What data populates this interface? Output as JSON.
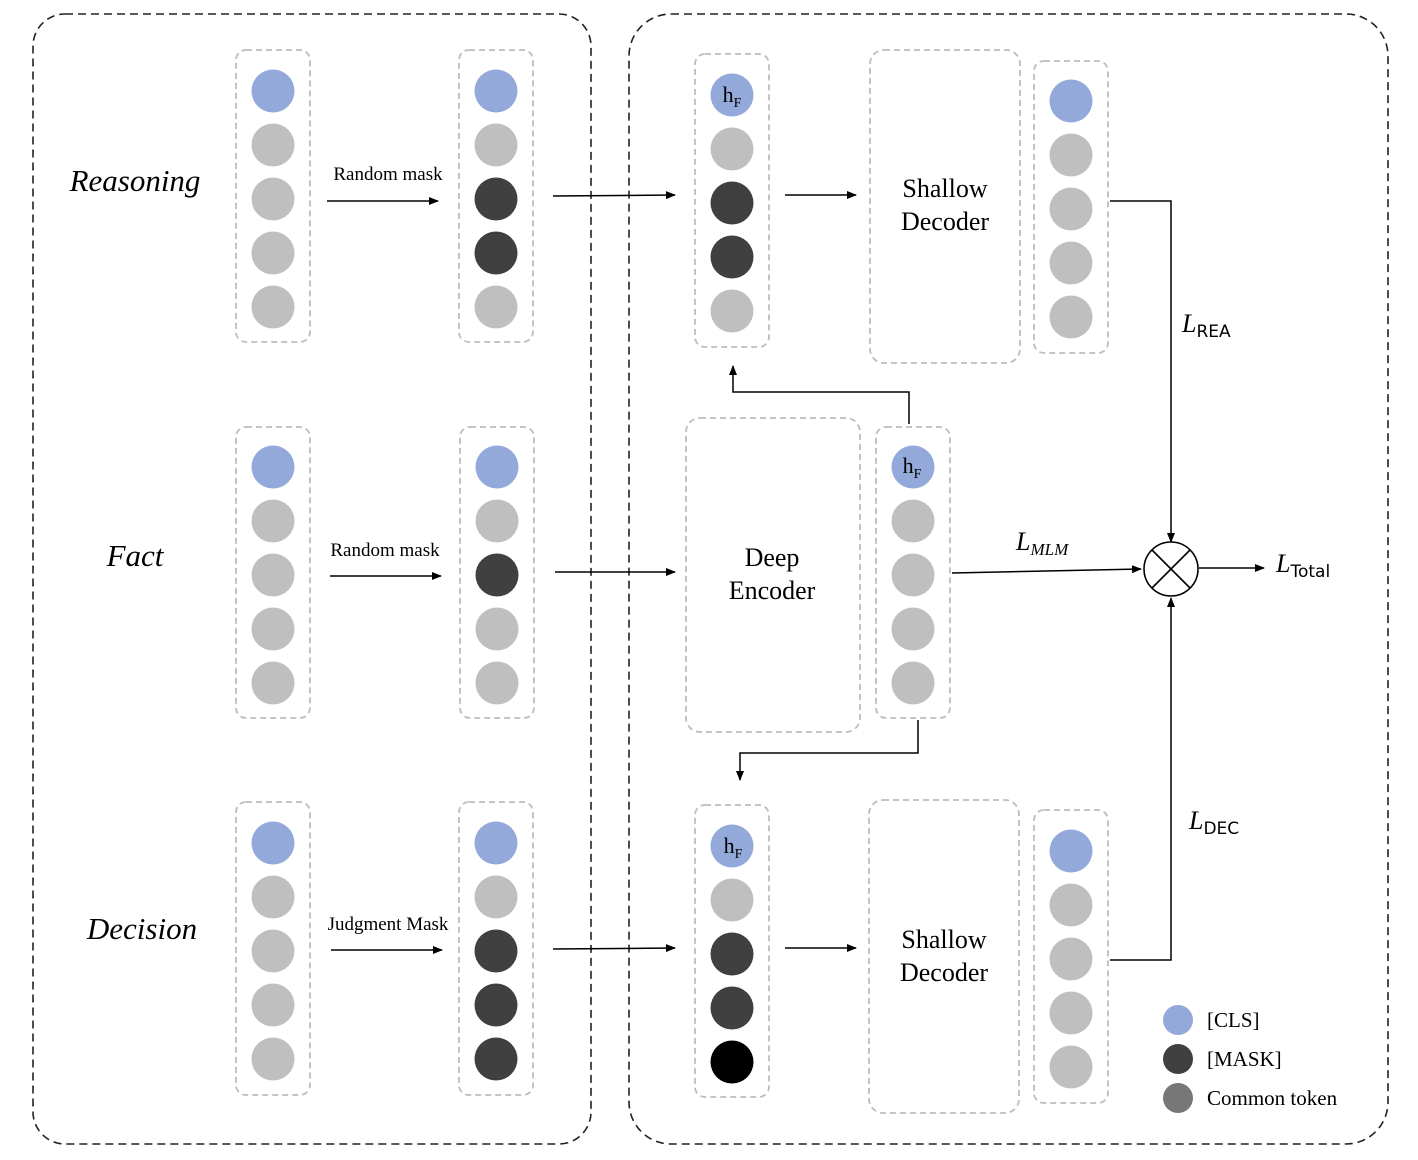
{
  "colors": {
    "cls": "#93a9d9",
    "mask": "#404040",
    "common": "#bfbfbf",
    "final_mask": "#000000",
    "legend_common": "#777777",
    "dash_gray": "#bdbdbd",
    "dash_black": "#222222"
  },
  "rows": {
    "reasoning": {
      "label": "Reasoning",
      "mask_label": "Random mask",
      "input_tokens": [
        "cls",
        "common",
        "common",
        "common",
        "common"
      ],
      "masked_tokens": [
        "cls",
        "common",
        "mask",
        "mask",
        "common"
      ]
    },
    "fact": {
      "label": "Fact",
      "mask_label": "Random mask",
      "input_tokens": [
        "cls",
        "common",
        "common",
        "common",
        "common"
      ],
      "masked_tokens": [
        "cls",
        "common",
        "mask",
        "common",
        "common"
      ]
    },
    "decision": {
      "label": "Decision",
      "mask_label": "Judgment Mask",
      "input_tokens": [
        "cls",
        "common",
        "common",
        "common",
        "common"
      ],
      "masked_tokens": [
        "cls",
        "common",
        "mask",
        "mask",
        "mask"
      ]
    }
  },
  "encoder": {
    "line1": "Deep",
    "line2": "Encoder",
    "output_tokens": [
      "cls",
      "common",
      "common",
      "common",
      "common"
    ]
  },
  "decoder_top": {
    "line1": "Shallow",
    "line2": "Decoder",
    "input_tokens": [
      "cls",
      "common",
      "mask",
      "mask",
      "common"
    ],
    "output_tokens": [
      "cls",
      "common",
      "common",
      "common",
      "common"
    ]
  },
  "decoder_bottom": {
    "line1": "Shallow",
    "line2": "Decoder",
    "input_tokens": [
      "cls",
      "common",
      "mask",
      "mask",
      "final_mask"
    ],
    "output_tokens": [
      "cls",
      "common",
      "common",
      "common",
      "common"
    ]
  },
  "hf": {
    "base": "h",
    "sub": "F"
  },
  "losses": {
    "rea": {
      "base": "L",
      "sub": "REA"
    },
    "mlm": {
      "base": "L",
      "sub": "MLM"
    },
    "dec": {
      "base": "L",
      "sub": "DEC"
    },
    "total": {
      "base": "L",
      "sub": "Total"
    }
  },
  "legend": {
    "cls": "[CLS]",
    "mask": "[MASK]",
    "common": "Common token"
  }
}
